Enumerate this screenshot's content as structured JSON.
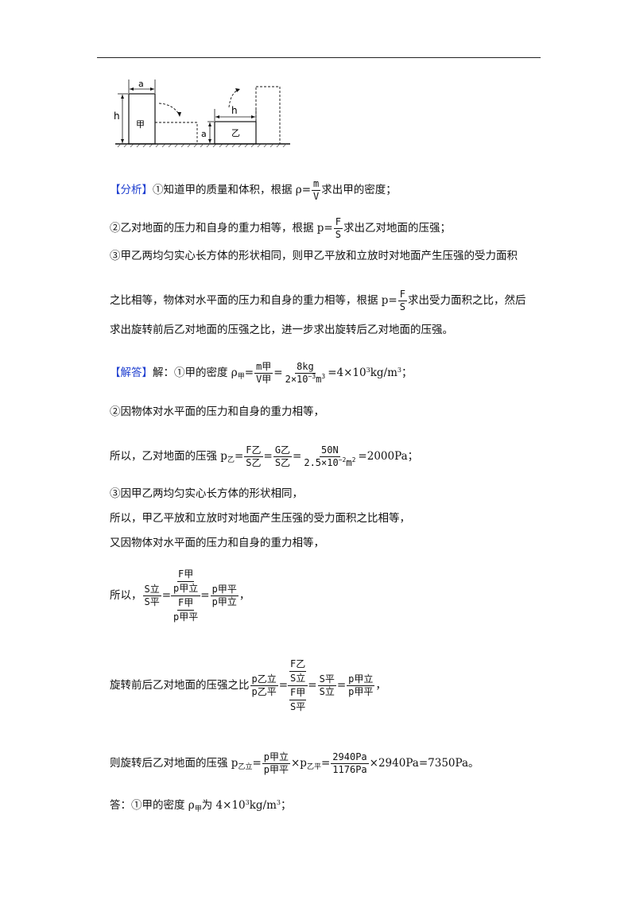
{
  "figure": {
    "label_a_top": "a",
    "label_h_left": "h",
    "label_jia": "甲",
    "label_h_mid": "h",
    "label_a_mid": "a",
    "label_yi": "乙"
  },
  "analysis": {
    "tag": "【分析】",
    "p1_pre": "①知道甲的质量和体积，根据 ρ=",
    "p1_num": "m",
    "p1_den": "V",
    "p1_post": "求出甲的密度；",
    "p2_pre": "②乙对地面的压力和自身的重力相等，根据 p=",
    "p2_num": "F",
    "p2_den": "S",
    "p2_post": "求出乙对地面的压强；",
    "p3_line1": "③甲乙两均匀实心长方体的形状相同，则甲乙平放和立放时对地面产生压强的受力面积",
    "p3_pre": "之比相等，物体对水平面的压力和自身的重力相等，根据 p=",
    "p3_num": "F",
    "p3_den": "S",
    "p3_post": "求出受力面积之比，然后",
    "p3_line3": "求出旋转前后乙对地面的压强之比，进一步求出旋转后乙对地面的压强。"
  },
  "answer": {
    "tag": "【解答】",
    "s1_pre": "解：①甲的密度 ρ",
    "s1_sub": "甲",
    "s1_eq": "=",
    "s1_f1_num": "m甲",
    "s1_f1_den": "V甲",
    "s1_f2_num": "8kg",
    "s1_f2_den_pre": "2×10",
    "s1_f2_den_exp": "−3",
    "s1_f2_den_unit": "m",
    "s1_f2_den_uexp": "3",
    "s1_result_pre": "=4×10",
    "s1_result_exp": "3",
    "s1_result_unit": "kg/m",
    "s1_result_uexp": "3",
    "s1_result_end": "；",
    "s2_line1": "②因物体对水平面的压力和自身的重力相等，",
    "s2_pre": "所以，乙对地面的压强 p",
    "s2_sub": "乙",
    "s2_f1_num": "F乙",
    "s2_f1_den": "S乙",
    "s2_f2_num": "G乙",
    "s2_f2_den": "S乙",
    "s2_f3_num": "50N",
    "s2_f3_den_pre": "2.5×10",
    "s2_f3_den_exp": "−2",
    "s2_f3_den_unit": "m",
    "s2_f3_den_uexp": "2",
    "s2_result": "=2000Pa；",
    "s3_line1": "③因甲乙两均匀实心长方体的形状相同，",
    "s3_line2": "所以，甲乙平放和立放时对地面产生压强的受力面积之比相等，",
    "s3_line3": "又因物体对水平面的压力和自身的重力相等，",
    "s3_pre": "所以，",
    "s3_lhs_num": "S立",
    "s3_lhs_den": "S平",
    "s3_mid_top_num": "F甲",
    "s3_mid_top_den": "p甲立",
    "s3_mid_bot_num": "F甲",
    "s3_mid_bot_den": "p甲平",
    "s3_rhs_num": "p甲平",
    "s3_rhs_den": "p甲立",
    "s3_end": "，",
    "s4_pre": "旋转前后乙对地面的压强之比",
    "s4_lhs_num": "p乙立",
    "s4_lhs_den": "p乙平",
    "s4_mid_top_num": "F乙",
    "s4_mid_top_den": "S立",
    "s4_mid_bot_num": "F甲",
    "s4_mid_bot_den": "S平",
    "s4_f2_num": "S平",
    "s4_f2_den": "S立",
    "s4_f3_num": "p甲立",
    "s4_f3_den": "p甲平",
    "s4_end": "，",
    "s5_pre": "则旋转后乙对地面的压强 p",
    "s5_sub": "乙立",
    "s5_f1_num": "p甲立",
    "s5_f1_den": "p甲平",
    "s5_times": "×p",
    "s5_sub2": "乙平",
    "s5_f2_num": "2940Pa",
    "s5_f2_den": "1176Pa",
    "s5_result": "×2940Pa=7350Pa。",
    "final_pre": "答：①甲的密度 ρ",
    "final_sub": "甲",
    "final_mid": "为 4×10",
    "final_exp": "3",
    "final_unit": "kg/m",
    "final_uexp": "3",
    "final_end": "；"
  }
}
